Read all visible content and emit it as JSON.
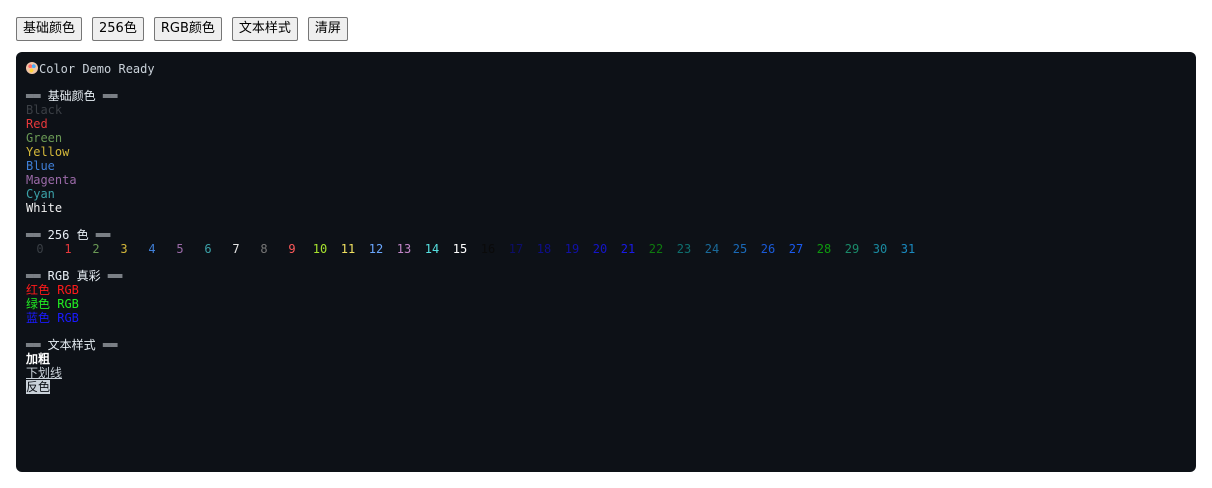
{
  "toolbar": {
    "buttons": [
      "基础颜色",
      "256色",
      "RGB颜色",
      "文本样式",
      "清屏"
    ]
  },
  "terminal": {
    "ready_text": "Color Demo Ready",
    "basic_header": "══ 基础颜色 ══",
    "basic_colors": [
      {
        "label": "Black",
        "color": "#3b3f45"
      },
      {
        "label": "Red",
        "color": "#e5383b"
      },
      {
        "label": "Green",
        "color": "#6a9955"
      },
      {
        "label": "Yellow",
        "color": "#d4b83a"
      },
      {
        "label": "Blue",
        "color": "#3f7fd8"
      },
      {
        "label": "Magenta",
        "color": "#9b6aa8"
      },
      {
        "label": "Cyan",
        "color": "#3ba1a8"
      },
      {
        "label": "White",
        "color": "#f0f0f0"
      }
    ],
    "c256_header": "══ 256 色 ══",
    "c256": [
      {
        "n": "0",
        "color": "#3a3f45"
      },
      {
        "n": "1",
        "color": "#e5383b"
      },
      {
        "n": "2",
        "color": "#6a9955"
      },
      {
        "n": "3",
        "color": "#d4b83a"
      },
      {
        "n": "4",
        "color": "#3f7fd8"
      },
      {
        "n": "5",
        "color": "#9b6aa8"
      },
      {
        "n": "6",
        "color": "#3ba1a8"
      },
      {
        "n": "7",
        "color": "#e6e6e6"
      },
      {
        "n": "8",
        "color": "#777777"
      },
      {
        "n": "9",
        "color": "#ff5a5a"
      },
      {
        "n": "10",
        "color": "#a6e22e"
      },
      {
        "n": "11",
        "color": "#f0e060"
      },
      {
        "n": "12",
        "color": "#6aa7ff"
      },
      {
        "n": "13",
        "color": "#c386c9"
      },
      {
        "n": "14",
        "color": "#56e0e0"
      },
      {
        "n": "15",
        "color": "#ffffff"
      },
      {
        "n": "16",
        "color": "#0a0a0a"
      },
      {
        "n": "17",
        "color": "#0d0d6a"
      },
      {
        "n": "18",
        "color": "#0e0e8a"
      },
      {
        "n": "19",
        "color": "#1111a6"
      },
      {
        "n": "20",
        "color": "#1515c8"
      },
      {
        "n": "21",
        "color": "#1a1ae8"
      },
      {
        "n": "22",
        "color": "#0e7a0e"
      },
      {
        "n": "23",
        "color": "#0e6f6f"
      },
      {
        "n": "24",
        "color": "#1a6a9a"
      },
      {
        "n": "25",
        "color": "#1a6ab8"
      },
      {
        "n": "26",
        "color": "#1a5ad8"
      },
      {
        "n": "27",
        "color": "#1a5af0"
      },
      {
        "n": "28",
        "color": "#0e9a0e"
      },
      {
        "n": "29",
        "color": "#1a8a6a"
      },
      {
        "n": "30",
        "color": "#1a8aa0"
      },
      {
        "n": "31",
        "color": "#1a8ac0"
      }
    ],
    "rgb_header": "══ RGB 真彩 ══",
    "rgb_lines": [
      {
        "label": "红色 RGB",
        "color": "#ff1a1a"
      },
      {
        "label": "绿色 RGB",
        "color": "#22ee22"
      },
      {
        "label": "蓝色 RGB",
        "color": "#1a1aff"
      }
    ],
    "style_header": "══ 文本样式 ══",
    "style_bold": "加粗",
    "style_underline": "下划线",
    "style_inverse": "反色"
  }
}
